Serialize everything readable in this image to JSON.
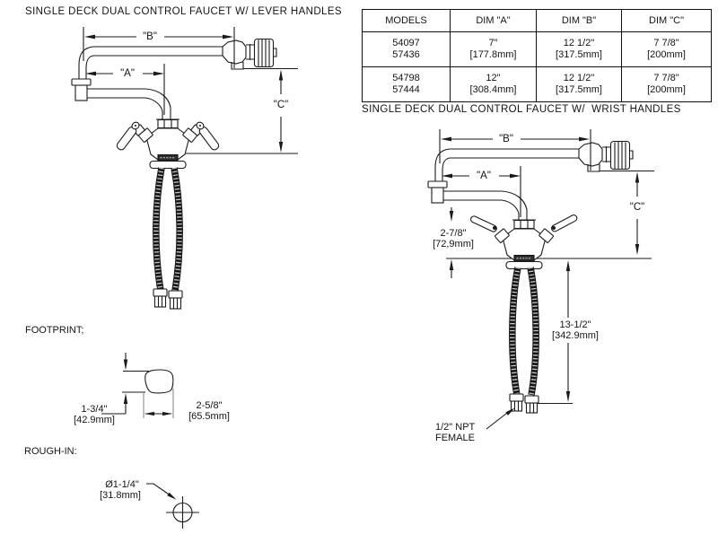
{
  "lever_section": {
    "title": "SINGLE DECK DUAL CONTROL FAUCET W/ LEVER HANDLES",
    "dim_a_label": "\"A\"",
    "dim_b_label": "\"B\"",
    "dim_c_label": "\"C\""
  },
  "wrist_section": {
    "title": "SINGLE DECK DUAL CONTROL FAUCET W/  WRIST HANDLES",
    "dim_a_label": "\"A\"",
    "dim_b_label": "\"B\"",
    "dim_c_label": "\"C\"",
    "handle_height_in": "2-7/8\"",
    "handle_height_mm": "[72,9mm]",
    "hose_length_in": "13-1/2\"",
    "hose_length_mm": "[342.9mm]",
    "npt_line1": "1/2\" NPT",
    "npt_line2": "FEMALE"
  },
  "table": {
    "headers": [
      "MODELS",
      "DIM \"A\"",
      "DIM \"B\"",
      "DIM \"C\""
    ],
    "rows": [
      {
        "models": [
          "54097",
          "57436"
        ],
        "a": [
          "7\"",
          "[177.8mm]"
        ],
        "b": [
          "12 1/2\"",
          "[317.5mm]"
        ],
        "c": [
          "7 7/8\"",
          "[200mm]"
        ]
      },
      {
        "models": [
          "54798",
          "57444"
        ],
        "a": [
          "12\"",
          "[308.4mm]"
        ],
        "b": [
          "12 1/2\"",
          "[317.5mm]"
        ],
        "c": [
          "7 7/8\"",
          "[200mm]"
        ]
      }
    ]
  },
  "footprint": {
    "label": "FOOTPRINT;",
    "height_in": "1-3/4\"",
    "height_mm": "[42.9mm]",
    "width_in": "2-5/8\"",
    "width_mm": "[65.5mm]"
  },
  "rough_in": {
    "label": "ROUGH-IN:",
    "diameter_in": "Ø1-1/4\"",
    "diameter_mm": "[31.8mm]"
  },
  "colors": {
    "line": "#1a1a1a",
    "hose": "#161616",
    "background": "#ffffff"
  }
}
